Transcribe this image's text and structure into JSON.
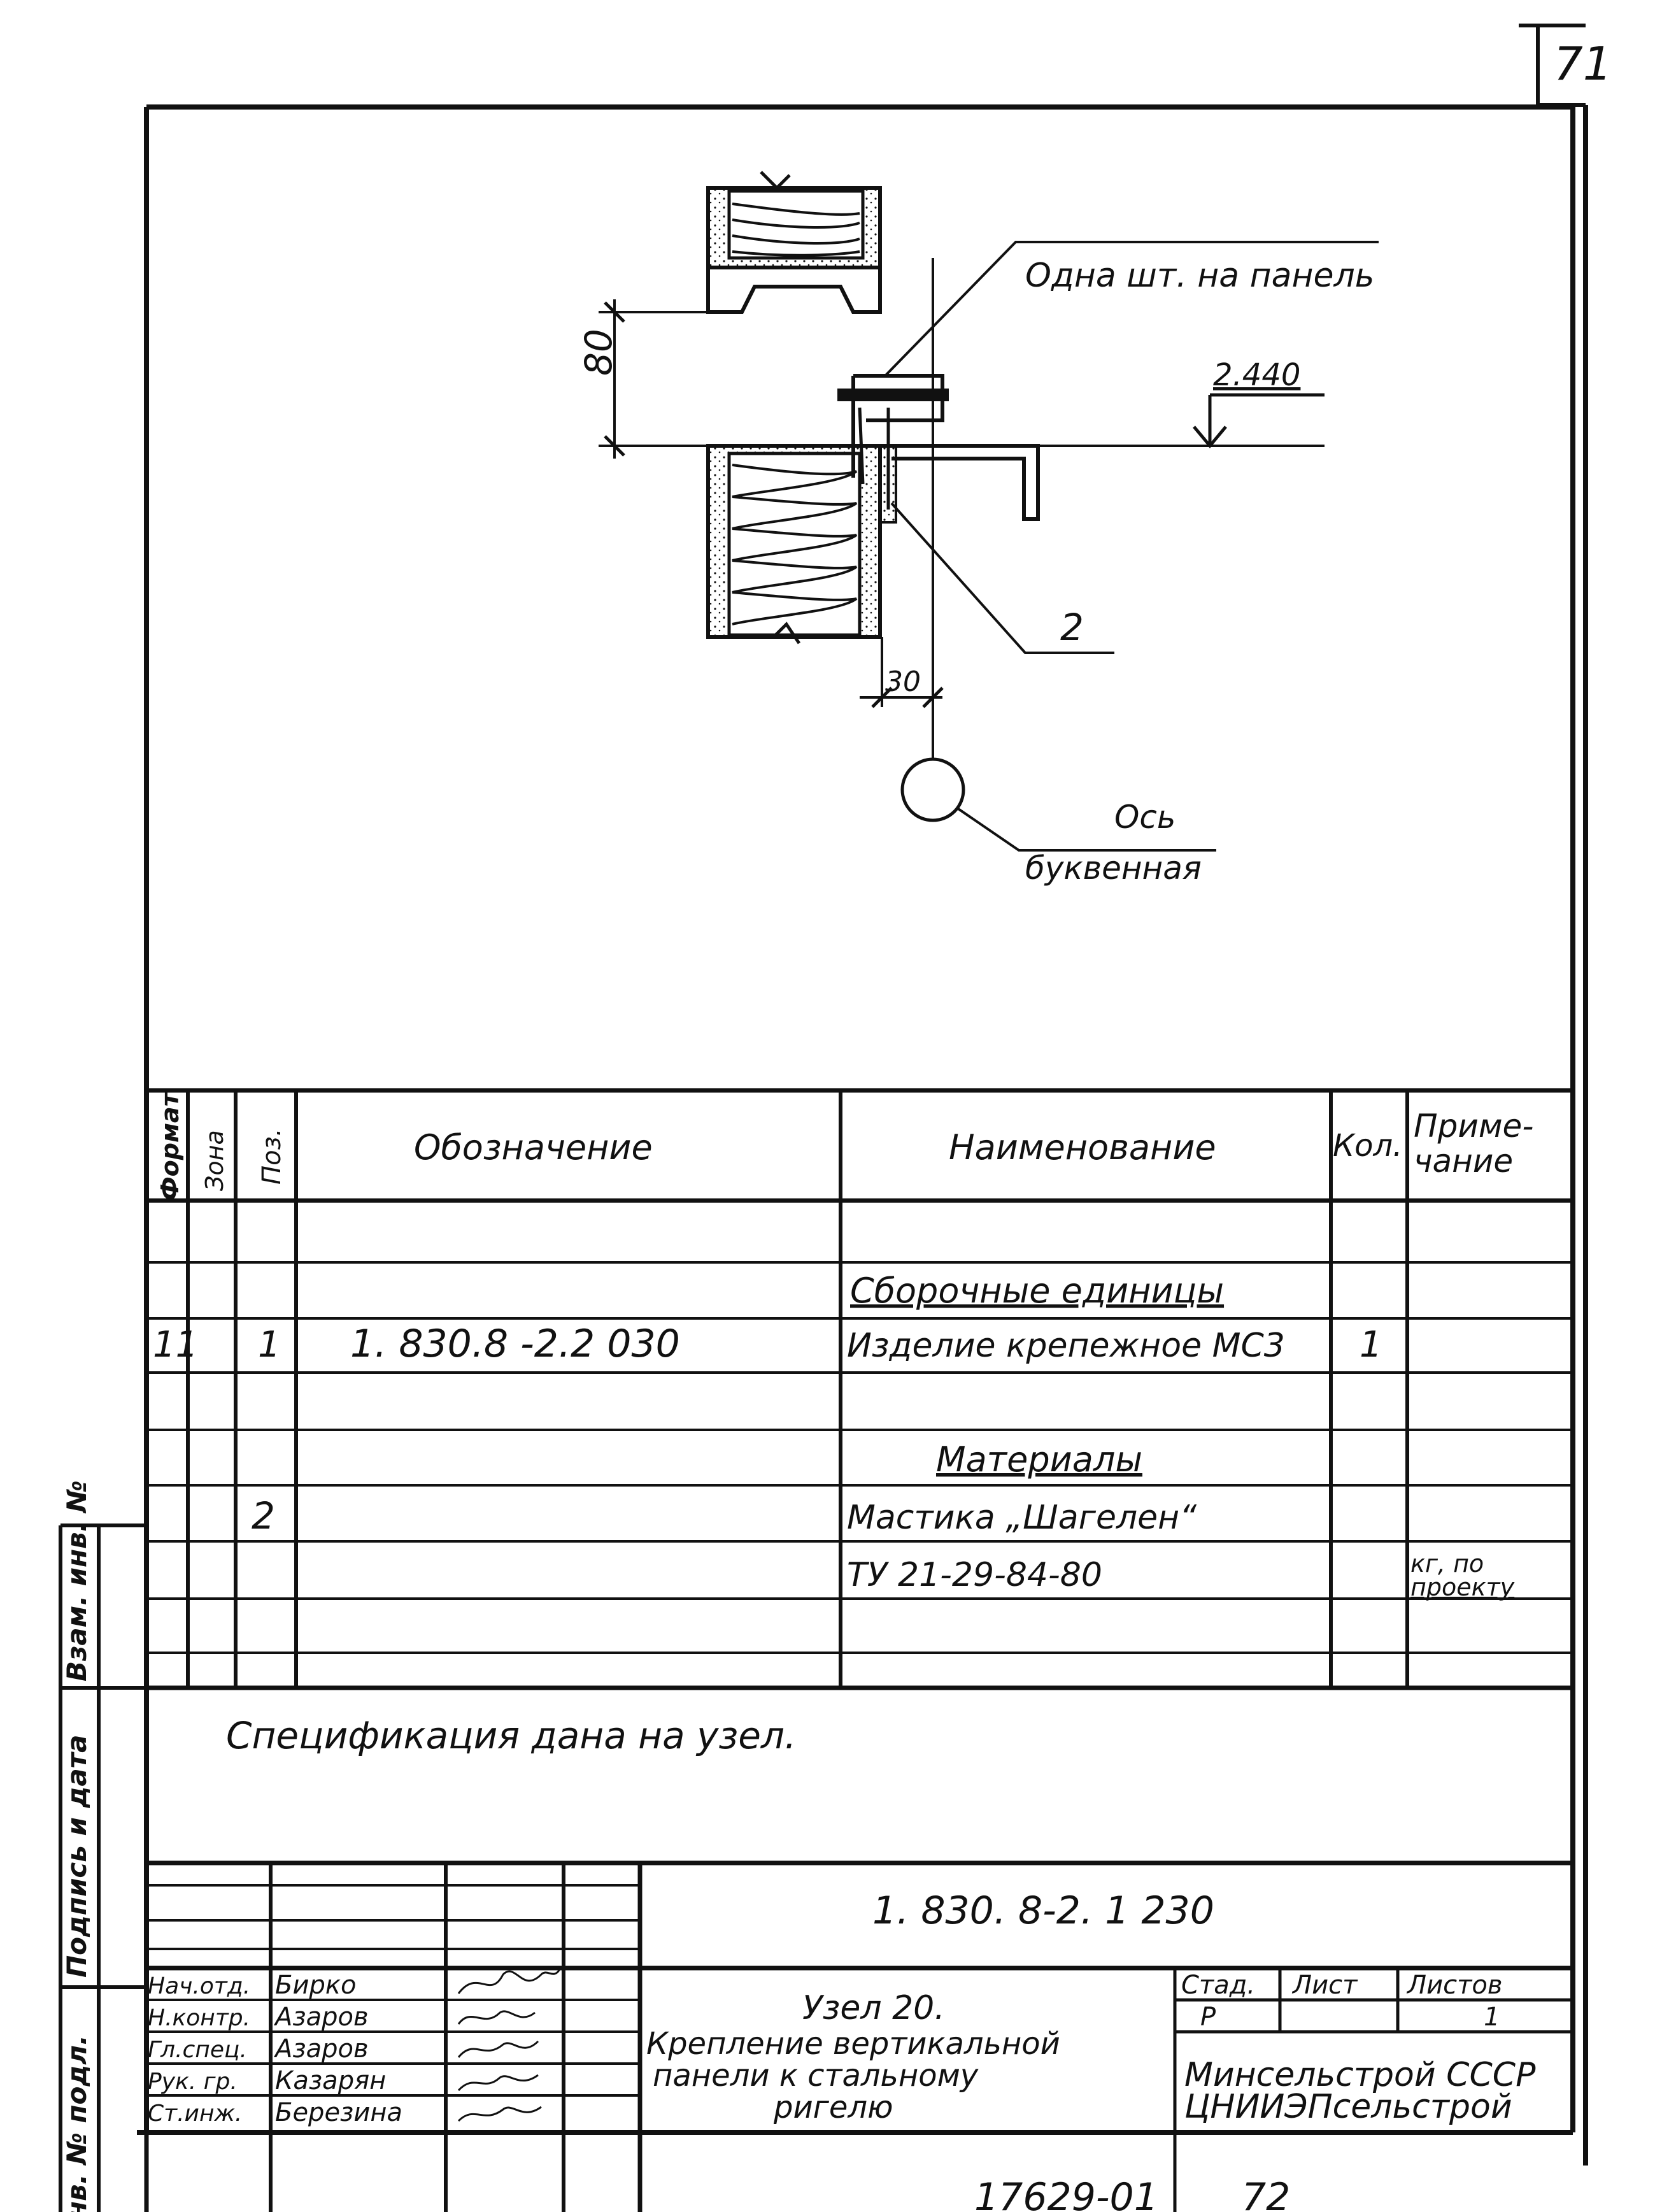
{
  "page_number": "71",
  "drawing": {
    "callout_fastener": "Одна шт. на панель",
    "level_mark": "2.440",
    "dim_vertical": "80",
    "position_2": "2",
    "dim_offset": "30",
    "axis_label_line1": "Ось",
    "axis_label_line2": "буквенная"
  },
  "spec_table": {
    "headers": {
      "format": "Формат",
      "zone": "Зона",
      "pos": "Поз.",
      "designation": "Обозначение",
      "name": "Наименование",
      "qty": "Кол.",
      "note_line1": "Приме-",
      "note_line2": "чание"
    },
    "section_assembly": "Сборочные единицы",
    "row1": {
      "format": "11",
      "pos": "1",
      "designation": "1. 830.8 -2.2 030",
      "name": "Изделие крепежное МС3",
      "qty": "1"
    },
    "section_materials": "Материалы",
    "row2": {
      "pos": "2",
      "name": "Мастика „Шагелен“"
    },
    "row3": {
      "name": "ТУ 21-29-84-80",
      "note_line1": "кг, по",
      "note_line2": "проекту"
    }
  },
  "note": "Спецификация дана на узел.",
  "side_labels": {
    "inv_orig": "Инв. № подл.",
    "sign_date": "Подпись и дата",
    "replace_inv": "Взам. инв. №"
  },
  "title_block": {
    "document_code": "1. 830. 8-2. 1 230",
    "roles": [
      "Нач.отд.",
      "Н.контр.",
      "Гл.спец.",
      "Рук. гр.",
      "Ст.инж."
    ],
    "names": [
      "Бирко",
      "Азаров",
      "Азаров",
      "Казарян",
      "Березина"
    ],
    "title_line1": "Узел 20.",
    "title_line2": "Крепление вертикальной",
    "title_line3": "панели к стальному",
    "title_line4": "ригелю",
    "stage_header": "Стад.",
    "sheet_header": "Лист",
    "sheets_header": "Листов",
    "stage_value": "Р",
    "sheets_value": "1",
    "org_line1": "Минсельстрой СССР",
    "org_line2": "ЦНИИЭПсельстрой"
  },
  "footer": {
    "archive_number": "17629-01",
    "archive_page": "72"
  }
}
